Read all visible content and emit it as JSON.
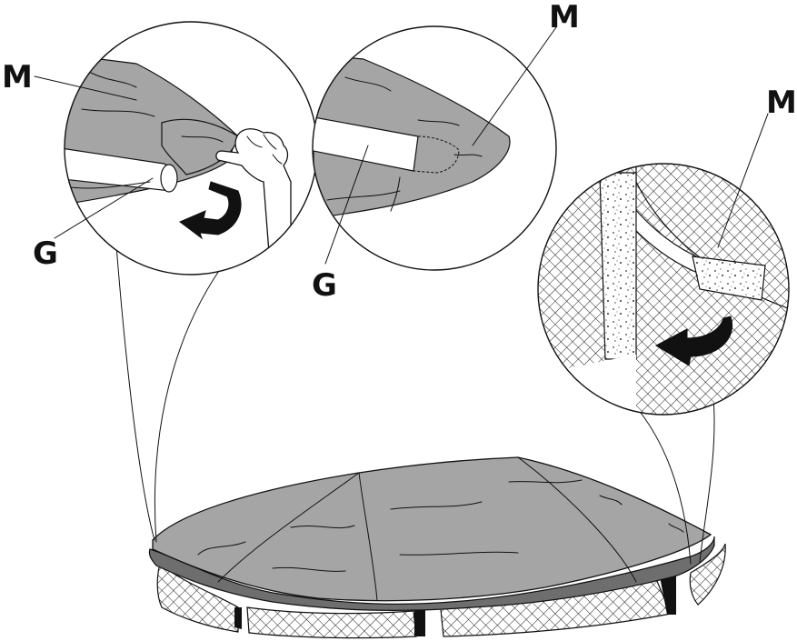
{
  "labels": {
    "m_left": "M",
    "m_middle": "M",
    "m_right": "M",
    "g_left": "G",
    "g_middle": "G"
  },
  "colors": {
    "cover_fill": "#a5a5a5",
    "cover_edge": "#6e6e6e",
    "mesh_fill": "#cfcfcf",
    "pole_fill": "#ffffff",
    "strap_fill": "#e8e8e8",
    "outline": "#111111"
  },
  "icons": {
    "left_detail": "hand-pulling-cover-icon",
    "left_arrow": "curved-arrow-icon",
    "right_arrow": "curved-arrow-left-icon"
  }
}
